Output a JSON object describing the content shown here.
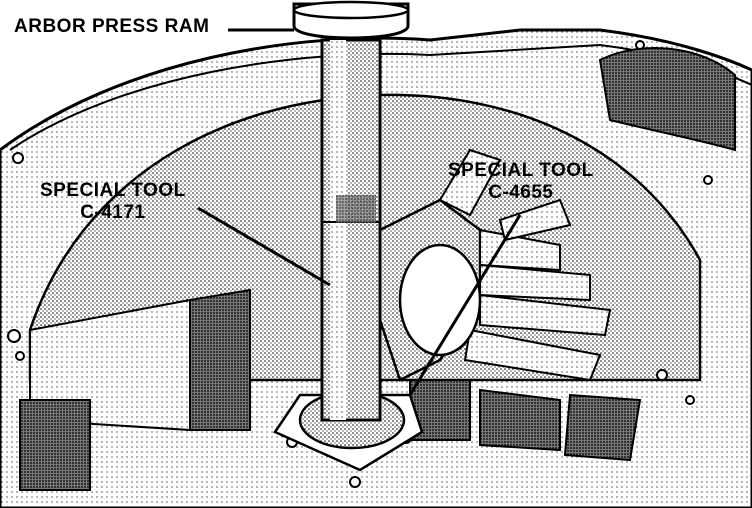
{
  "callouts": {
    "arbor_press_ram": "ARBOR PRESS RAM",
    "tool_4171_line1": "SPECIAL TOOL",
    "tool_4171_line2": "C-4171",
    "tool_4655_line1": "SPECIAL TOOL",
    "tool_4655_line2": "C-4655"
  },
  "colors": {
    "ink": "#000000",
    "paper": "#ffffff",
    "shade": "#8a8a8a"
  }
}
